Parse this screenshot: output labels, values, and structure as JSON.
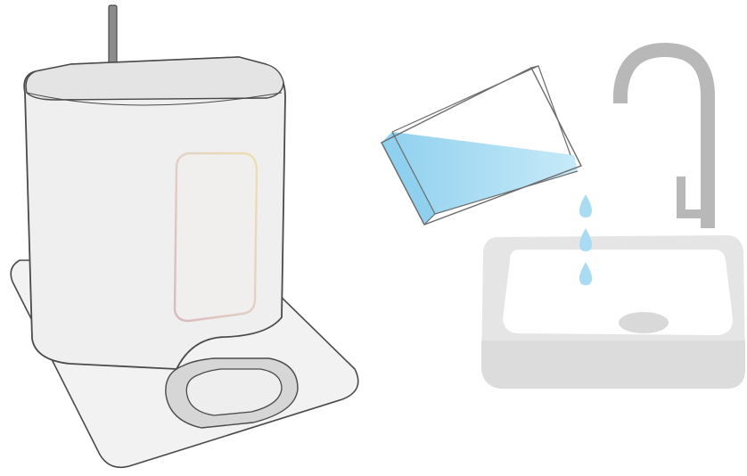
{
  "illustration": {
    "left": {
      "subject": "device-on-dock",
      "colors": {
        "outline": "#4a4a4a",
        "body": "#efefef",
        "top": "#e6e6e6",
        "dock": "#f2f2f2",
        "ring": "#cfcfcf",
        "antenna": "#8c8c8c",
        "panel_gradient": [
          "#d9b9bd",
          "#e4d2c2",
          "#ece0b4"
        ]
      }
    },
    "right": {
      "subject": "water-container-pouring-into-sink",
      "colors": {
        "sink": "#e5e5e5",
        "sink_inner": "#ffffff",
        "faucet": "#b8b8b8",
        "water": "#bde6f6",
        "water_dark": "#8fd0ee",
        "drop": "#a9dcf3",
        "container_outline": "#6b6b6b"
      },
      "drops": 3
    }
  }
}
